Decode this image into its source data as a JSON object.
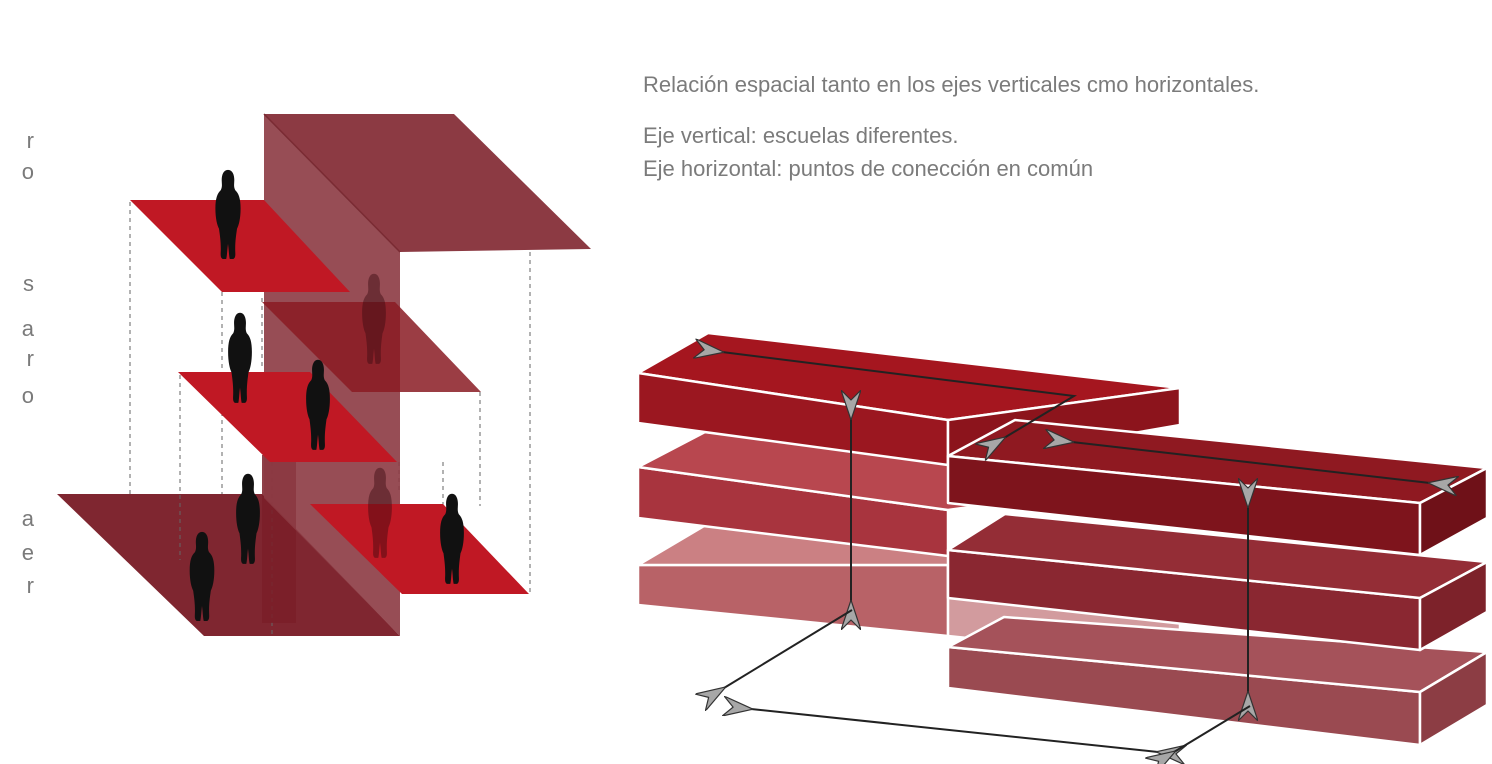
{
  "left_fragments": [
    "r",
    "o",
    "s",
    "a",
    "r",
    "o",
    "a",
    "e",
    "r"
  ],
  "text": {
    "intro": "Relación espacial tanto en los ejes verticales cmo horizontales.",
    "vertical_axis": "Eje vertical: escuelas diferentes.",
    "horizontal_axis": "Eje horizontal: puntos de conección en común"
  },
  "colors": {
    "plate_red": "#c01824",
    "wall_dark": "#8c3a43",
    "base_dark": "#7f2630",
    "block_dark": "#8b1a22",
    "block_mid": "#a8343e",
    "block_light": "#b85a60",
    "text_gray": "#7b7b7b",
    "arrow_gray": "#a7a7a7",
    "arrow_line": "#222222"
  },
  "icons": [
    "person-silhouette-icon",
    "double-arrow-icon",
    "guide-line"
  ]
}
